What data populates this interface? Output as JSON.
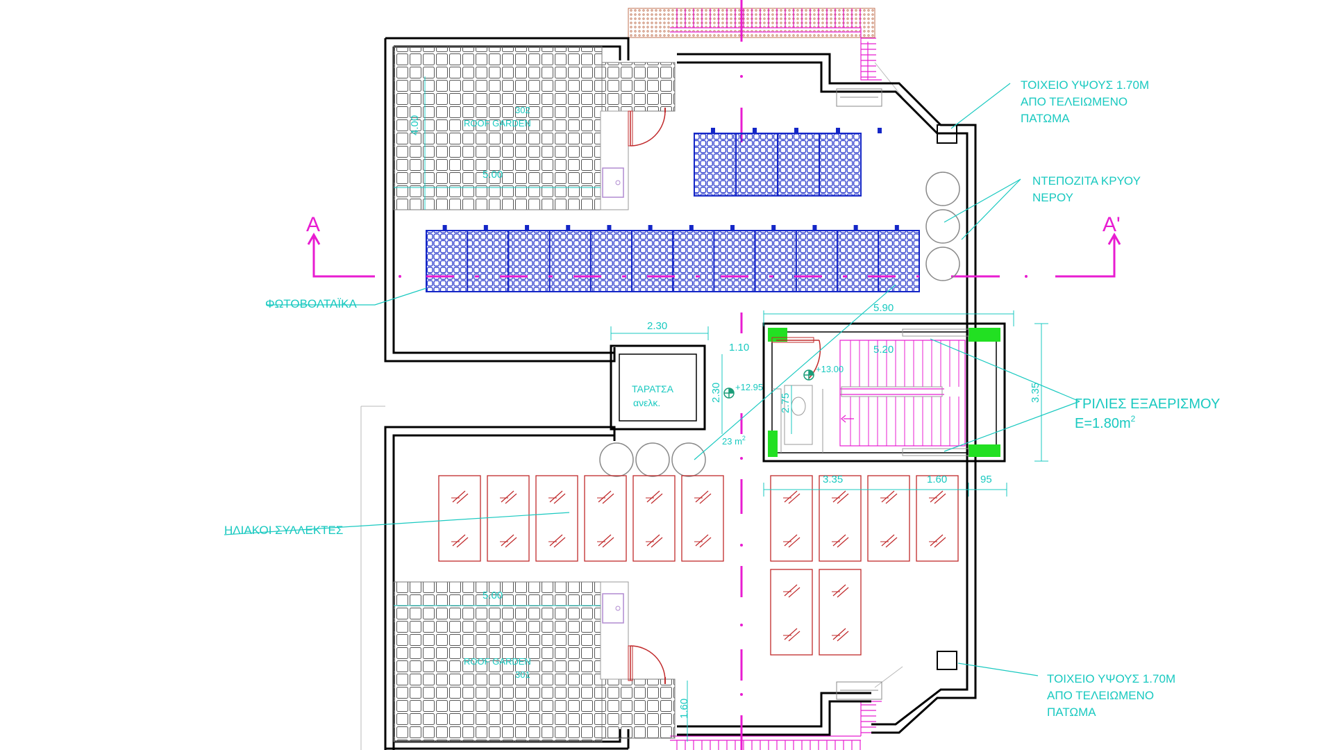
{
  "drawing": {
    "colors": {
      "wall": "#000000",
      "annotation": "#19c9c0",
      "section": "#e81cd1",
      "solar_panel": "#1426c7",
      "collector": "#c0282a",
      "vent": "#22e022"
    },
    "section_marks": {
      "left": "A",
      "right": "A'"
    },
    "labels": {
      "wall_top_l1": "ΤΟΙΧΕΙΟ ΥΨΟΥΣ 1.70Μ",
      "wall_top_l2": "ΑΠΟ ΤΕΛΕΙΩΜΕΝΟ",
      "wall_top_l3": "ΠΑΤΩΜΑ",
      "tanks_l1": "ΝΤΕΠΟΖΙΤΑ ΚΡΥΟΥ",
      "tanks_l2": "ΝΕΡΟΥ",
      "photovoltaics": "ΦΩΤΟΒΟΛΤΑΪΚΑ",
      "vents_l1": "ΓΡΙΛΙΕΣ ΕΞΑΕΡΙΣΜΟΥ",
      "vents_l2": "Ε=1.80m",
      "vents_sup": "2",
      "solar_collectors": "ΗΛΙΑΚΟΙ ΣΥΛΛΕΚΤΕΣ",
      "wall_bot_l1": "ΤΟΙΧΕΙΟ ΥΨΟΥΣ 1.70Μ",
      "wall_bot_l2": "ΑΠΟ ΤΕΛΕΙΩΜΕΝΟ",
      "wall_bot_l3": "ΠΑΤΩΜΑ",
      "roof_garden_top": "ROOF GARDEN",
      "roof_garden_top_no": "302",
      "roof_garden_bottom": "ROOF GARDEN",
      "roof_garden_bottom_no": "301",
      "terrace_l1": "ΤΑΡΑΤΣΑ",
      "terrace_l2": "ανελκ.",
      "level_a": "+12.95",
      "level_b": "+13.00",
      "area": "23 m",
      "area_sup": "2"
    },
    "dimensions": {
      "d_400": "4.00",
      "d_500_top": "5.00",
      "d_590": "5.90",
      "d_230_h": "2.30",
      "d_110": "1.10",
      "d_520": "5.20",
      "d_230_v": "2.30",
      "d_275": "2.75",
      "d_335_v": "3.35",
      "d_335_h": "3.35",
      "d_160_h": "1.60",
      "d_95": "95",
      "d_500_bot": "5.00",
      "d_160_v": "1.60"
    }
  }
}
